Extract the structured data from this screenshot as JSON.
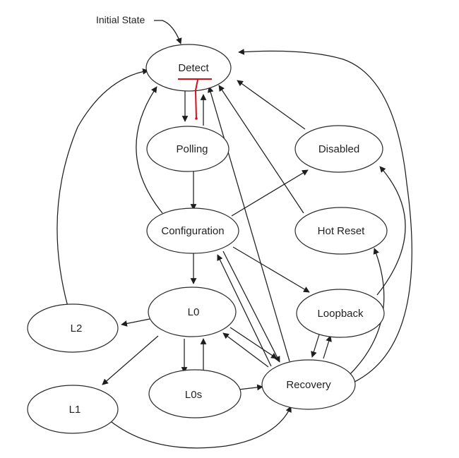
{
  "diagram": {
    "initial_label": "Initial State",
    "nodes": {
      "detect": "Detect",
      "polling": "Polling",
      "disabled": "Disabled",
      "configuration": "Configuration",
      "hot_reset": "Hot Reset",
      "l0": "L0",
      "l2": "L2",
      "loopback": "Loopback",
      "l0s": "L0s",
      "recovery": "Recovery",
      "l1": "L1"
    }
  },
  "colors": {
    "annotation": "#d0101a",
    "stroke": "#1e1e1e"
  }
}
